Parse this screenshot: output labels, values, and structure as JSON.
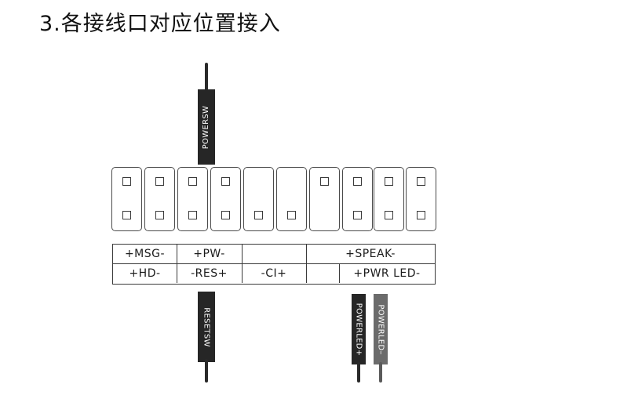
{
  "title": "3.各接线口对应位置接入",
  "connectors": {
    "powersw": "POWERSW",
    "resetsw": "RESETSW",
    "powerled_plus": "POWERLED+",
    "powerled_minus": "POWERLED–"
  },
  "labels": {
    "msg": "+MSG-",
    "pw": "+PW-",
    "speak": "+SPEAK-",
    "hd": "+HD-",
    "res": "-RES+",
    "ci": "-CI+",
    "pwr_led": "+PWR LED-"
  },
  "colors": {
    "plug_dark": "#262626",
    "plug_gray": "#6b6b6b"
  }
}
